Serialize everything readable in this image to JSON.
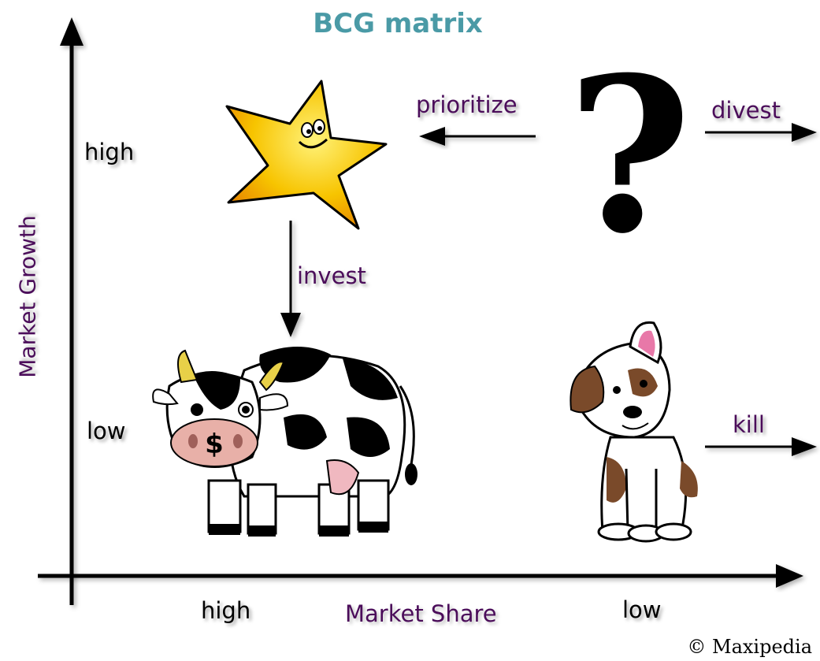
{
  "title": "BCG matrix",
  "axes": {
    "y_label": "Market Growth",
    "x_label": "Market Share",
    "y_high": "high",
    "y_low": "low",
    "x_high": "high",
    "x_low": "low"
  },
  "actions": {
    "prioritize": "prioritize",
    "divest": "divest",
    "invest": "invest",
    "kill": "kill"
  },
  "quadrants": {
    "star": "star-icon",
    "question": "?",
    "cow": "cash-cow-icon",
    "cow_symbol": "$",
    "dog": "dog-icon"
  },
  "copyright": "© Maxipedia",
  "colors": {
    "title": "#4a9aa6",
    "axis_label": "#4b0d5a",
    "star": "#f5b800",
    "cow_nose": "#e8b0a8",
    "dog_spot": "#7a4a2a"
  }
}
